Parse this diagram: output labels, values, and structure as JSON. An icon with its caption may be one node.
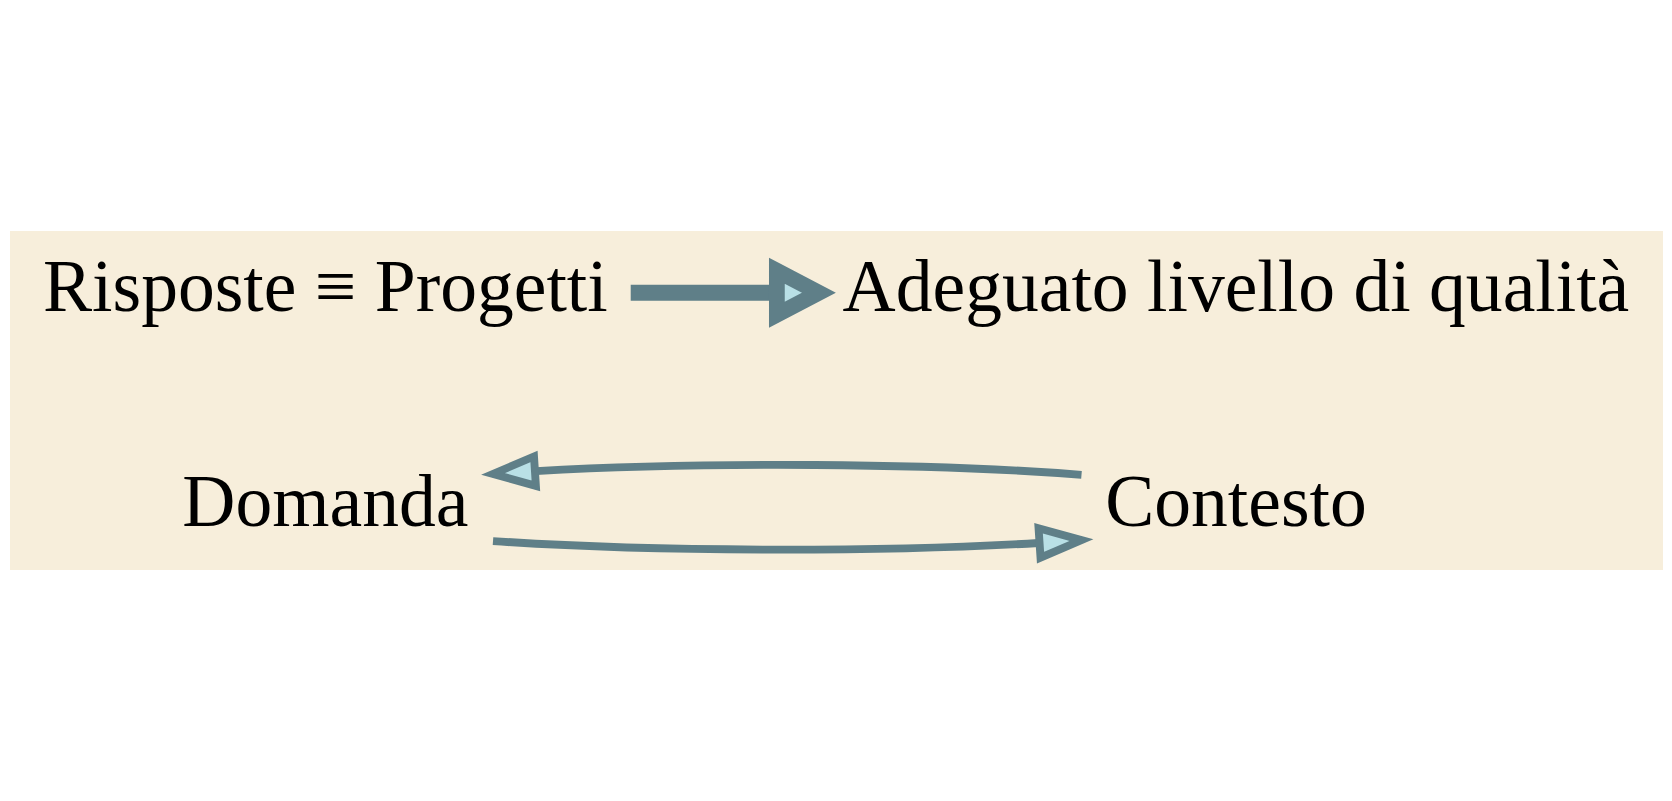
{
  "diagram": {
    "nodes": [
      {
        "text": [
          "Domanda"
        ]
      },
      {
        "text": [
          "Contesto"
        ]
      },
      {
        "text": [
          "Risposte ≡ Progetti"
        ]
      },
      {
        "text": [
          "Adeguato livello di qualità"
        ]
      }
    ],
    "edges": [
      {
        "from": 0,
        "to": 1,
        "arrow": "to"
      },
      {
        "from": 1,
        "to": 0,
        "arrow": "to"
      },
      {
        "from": 2,
        "to": 3,
        "arrow": "to",
        "style": "thick"
      }
    ]
  }
}
